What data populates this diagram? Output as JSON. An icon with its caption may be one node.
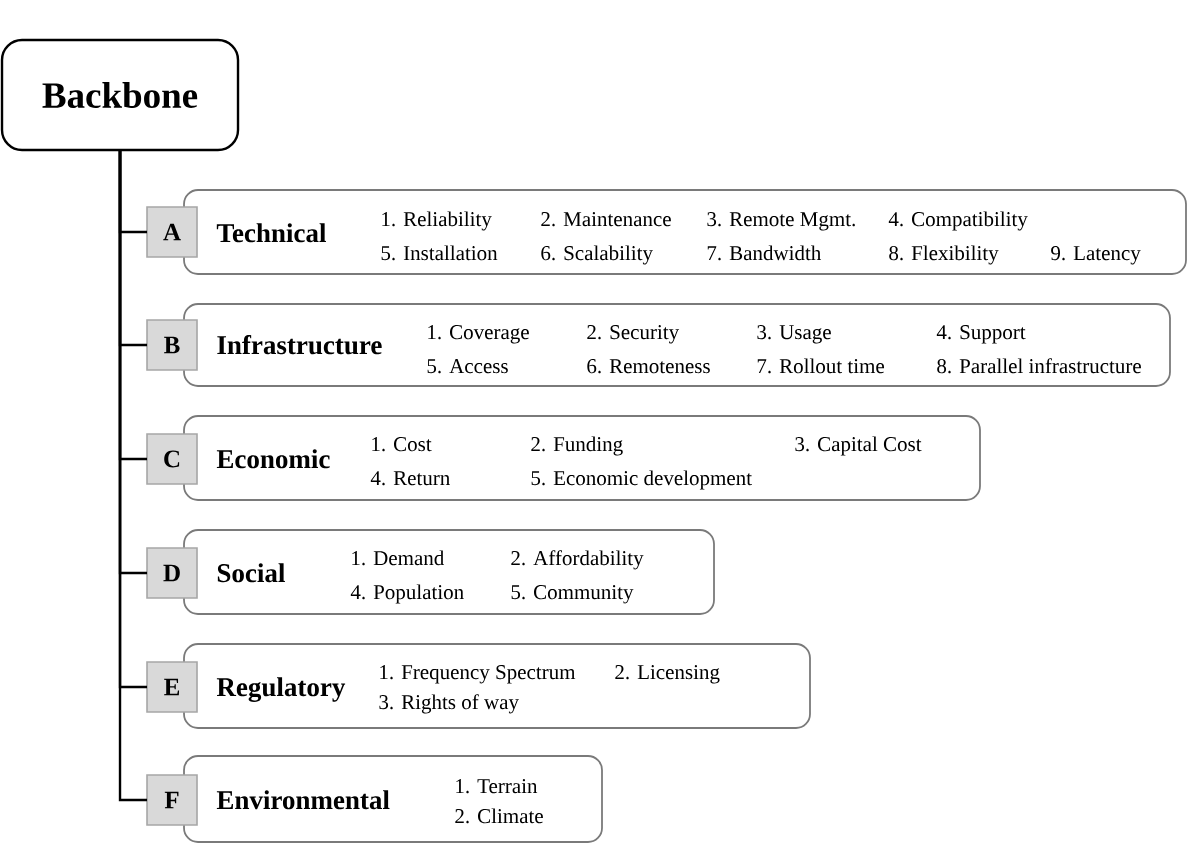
{
  "diagram": {
    "nodes": [
      {
        "text": [
          "Backbone"
        ]
      },
      {
        "text": [
          "A"
        ]
      },
      {
        "text": [
          "Technical",
          "1. Reliability",
          "2. Maintenance",
          "3. Remote Mgmt.",
          "4. Compatibility",
          "5. Installation",
          "6. Scalability",
          "7. Bandwidth",
          "8. Flexibility",
          "9. Latency"
        ]
      },
      {
        "text": [
          "B"
        ]
      },
      {
        "text": [
          "Infrastructure",
          "1. Coverage",
          "2. Security",
          "3. Usage",
          "4. Support",
          "5. Access",
          "6. Remoteness",
          "7. Rollout time",
          "8. Parallel infrastructure"
        ]
      },
      {
        "text": [
          "C"
        ]
      },
      {
        "text": [
          "Economic",
          "1. Cost",
          "2. Funding",
          "3. Capital Cost",
          "4. Return",
          "5. Economic development"
        ]
      },
      {
        "text": [
          "D"
        ]
      },
      {
        "text": [
          "Social",
          "1. Demand",
          "2. Affordability",
          "4. Population",
          "5. Community"
        ]
      },
      {
        "text": [
          "E"
        ]
      },
      {
        "text": [
          "Regulatory",
          "1. Frequency Spectrum",
          "2. Licensing",
          "3. Rights of way"
        ]
      },
      {
        "text": [
          "F"
        ]
      },
      {
        "text": [
          "Environmental",
          "1. Terrain",
          "2. Climate"
        ]
      }
    ],
    "edges": [
      {
        "from": 0,
        "to": 1,
        "arrow": "none"
      },
      {
        "from": 0,
        "to": 3,
        "arrow": "none"
      },
      {
        "from": 0,
        "to": 5,
        "arrow": "none"
      },
      {
        "from": 0,
        "to": 7,
        "arrow": "none"
      },
      {
        "from": 0,
        "to": 9,
        "arrow": "none"
      },
      {
        "from": 0,
        "to": 11,
        "arrow": "none"
      }
    ]
  }
}
